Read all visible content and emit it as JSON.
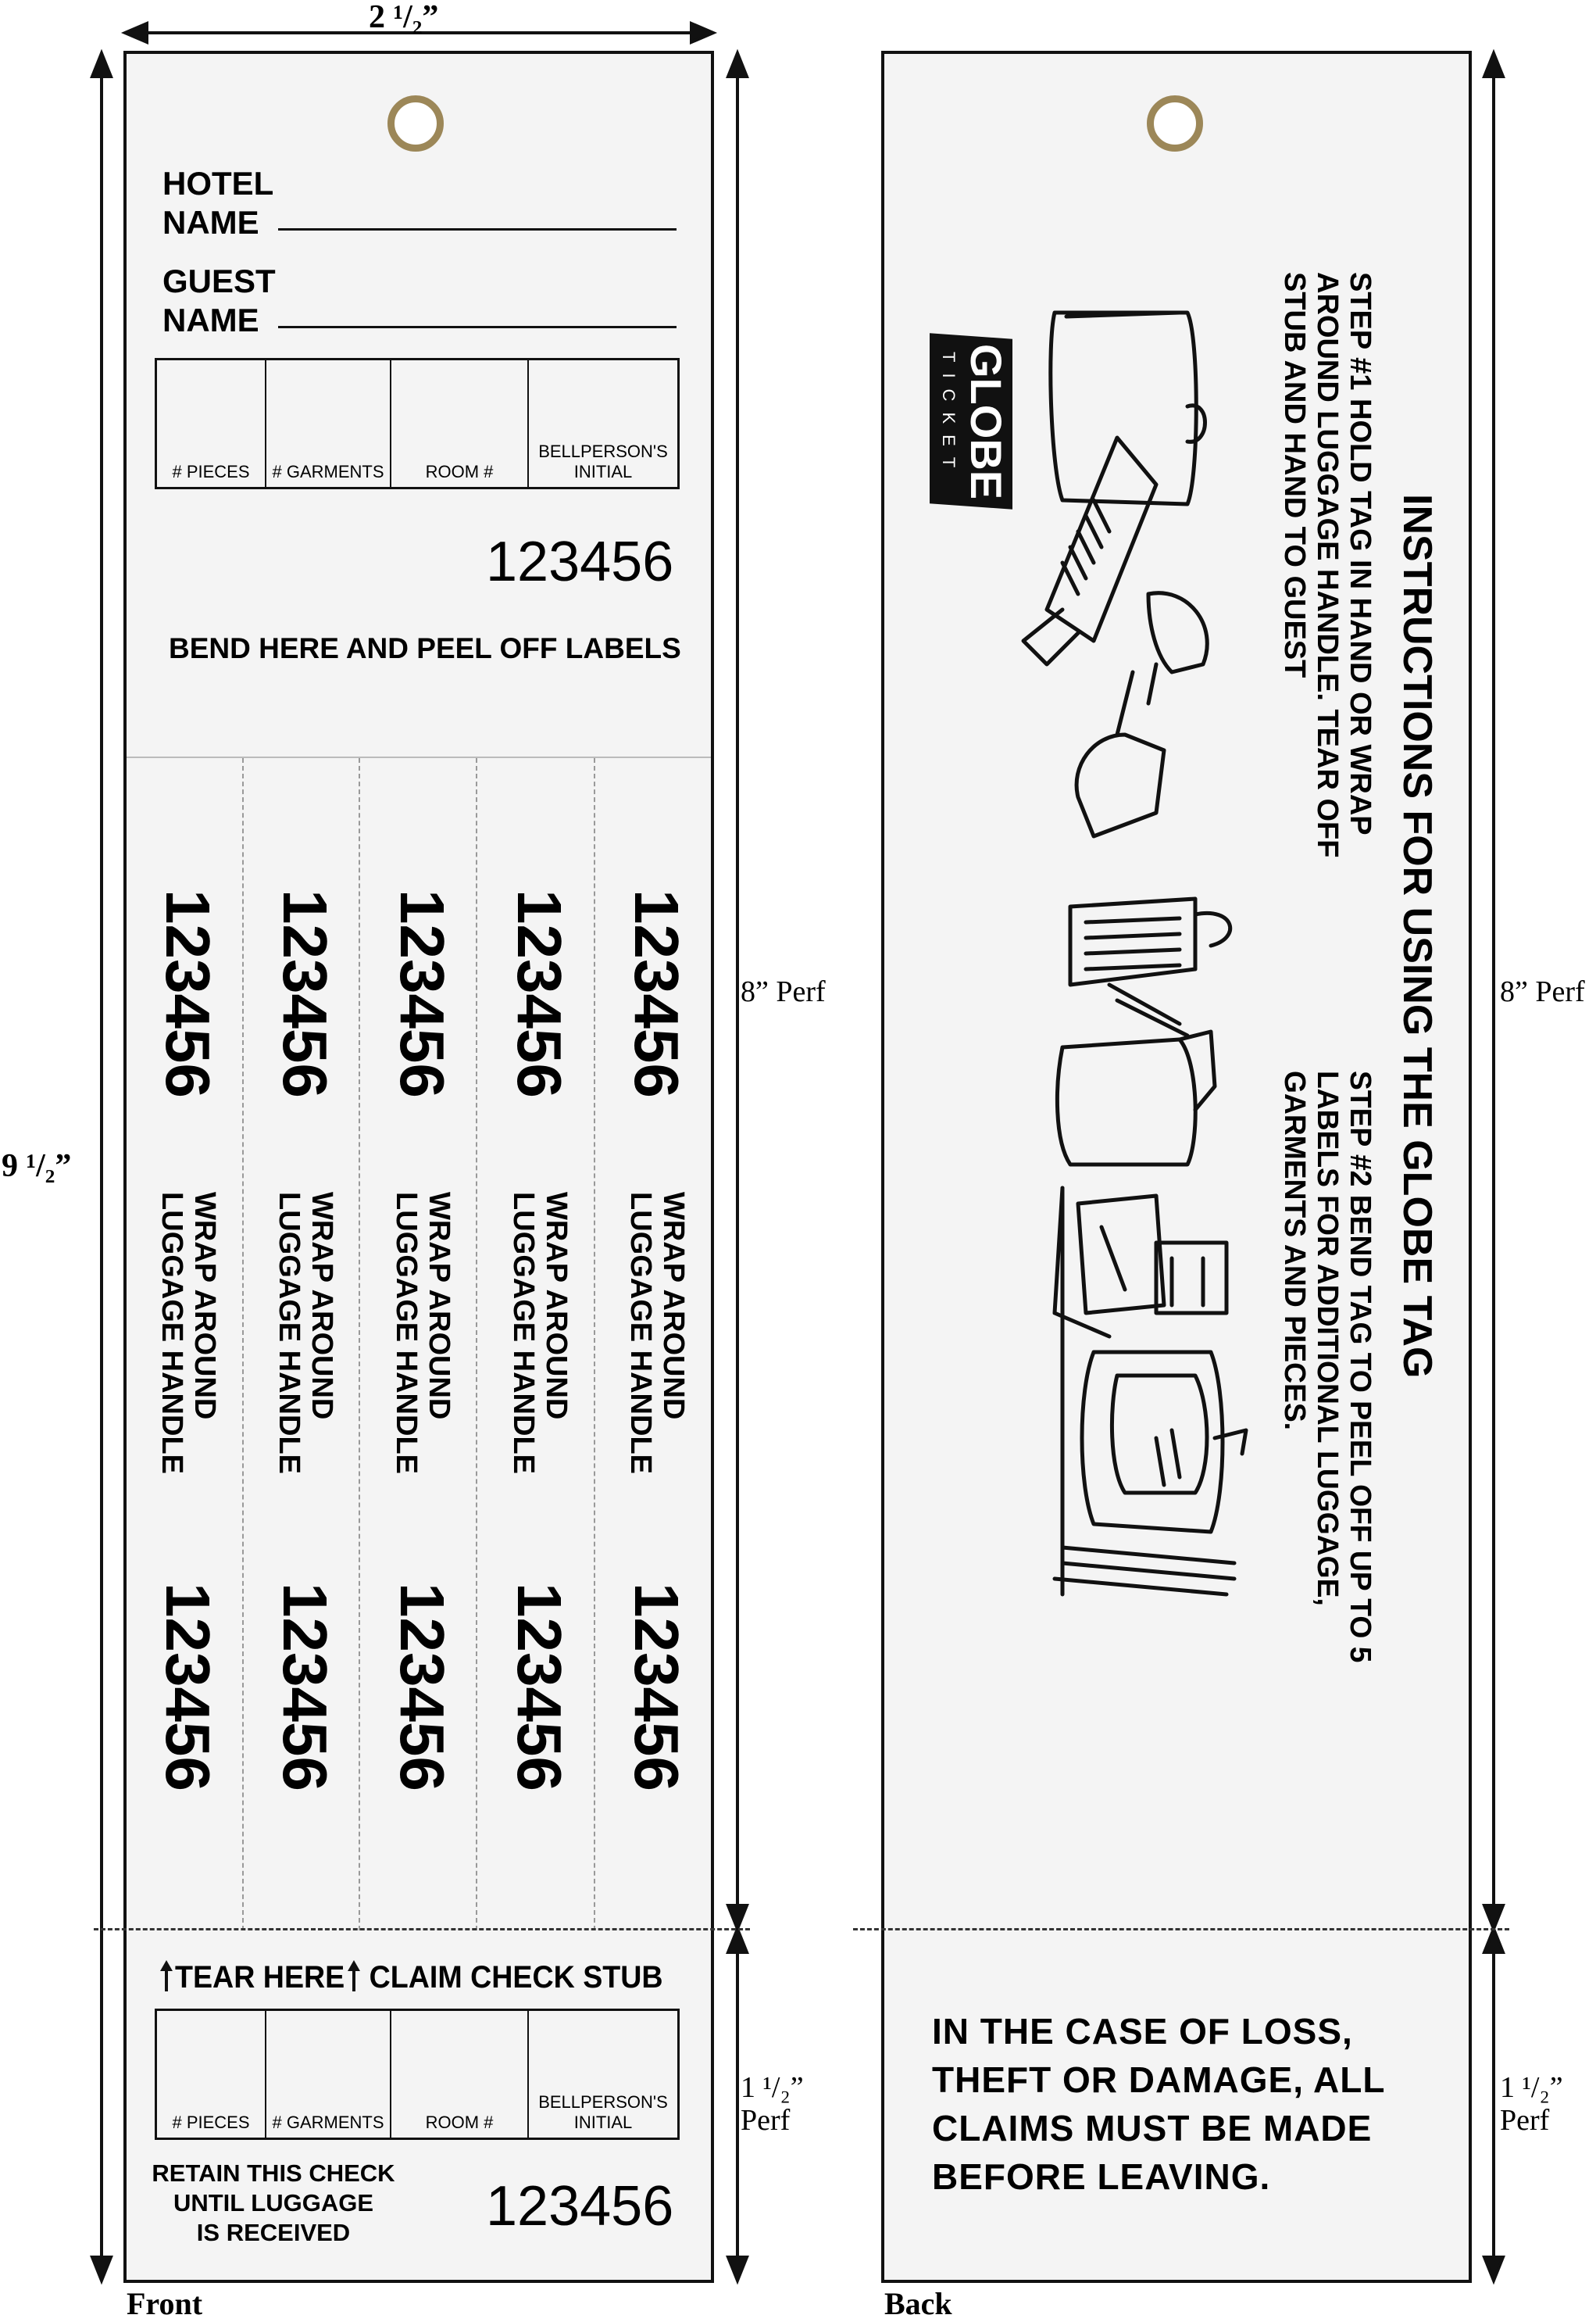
{
  "dimensions": {
    "width_top": "2 ¹/₂”",
    "height_left": "9 ¹/₂”",
    "perf_8_front": "8” Perf",
    "perf_8_back": "8” Perf",
    "perf_15_front": "1 ¹/₂”\nPerf",
    "perf_15_back": "1 ¹/₂”\nPerf"
  },
  "front": {
    "caption": "Front",
    "hotel_label_1": "HOTEL",
    "hotel_label_2": "NAME",
    "guest_label_1": "GUEST",
    "guest_label_2": "NAME",
    "fields": [
      "# PIECES",
      "# GARMENTS",
      "ROOM #",
      "BELLPERSON'S\nINITIAL"
    ],
    "ticket_number": "123456",
    "bend_text": "BEND HERE AND PEEL OFF LABELS",
    "strips": [
      {
        "number_top": "123456",
        "line1": "WRAP AROUND",
        "line2": "LUGGAGE HANDLE",
        "number_bottom": "123456"
      },
      {
        "number_top": "123456",
        "line1": "WRAP AROUND",
        "line2": "LUGGAGE HANDLE",
        "number_bottom": "123456"
      },
      {
        "number_top": "123456",
        "line1": "WRAP AROUND",
        "line2": "LUGGAGE HANDLE",
        "number_bottom": "123456"
      },
      {
        "number_top": "123456",
        "line1": "WRAP AROUND",
        "line2": "LUGGAGE HANDLE",
        "number_bottom": "123456"
      },
      {
        "number_top": "123456",
        "line1": "WRAP AROUND",
        "line2": "LUGGAGE HANDLE",
        "number_bottom": "123456"
      }
    ],
    "stub_header": "TEAR HERE   CLAIM CHECK STUB",
    "stub_fields": [
      "# PIECES",
      "# GARMENTS",
      "ROOM #",
      "BELLPERSON'S\nINITIAL"
    ],
    "retain_text": "RETAIN THIS CHECK\nUNTIL LUGGAGE\nIS RECEIVED",
    "stub_number": "123456"
  },
  "back": {
    "caption": "Back",
    "logo_text": "GLOBE",
    "logo_sub": "TICKET",
    "title": "INSTRUCTIONS FOR USING THE GLOBE TAG",
    "step1": "STEP #1 HOLD TAG IN HAND OR WRAP\nAROUND LUGGAGE HANDLE. TEAR OFF\nSTUB AND HAND TO GUEST",
    "step2": "STEP #2 BEND TAG TO PEEL OFF UP TO 5\nLABELS FOR ADDITIONAL LUGGAGE,\nGARMENTS AND PIECES.",
    "claims_text": "IN THE CASE OF LOSS,\nTHEFT OR DAMAGE, ALL\nCLAIMS MUST BE MADE\nBEFORE LEAVING."
  }
}
